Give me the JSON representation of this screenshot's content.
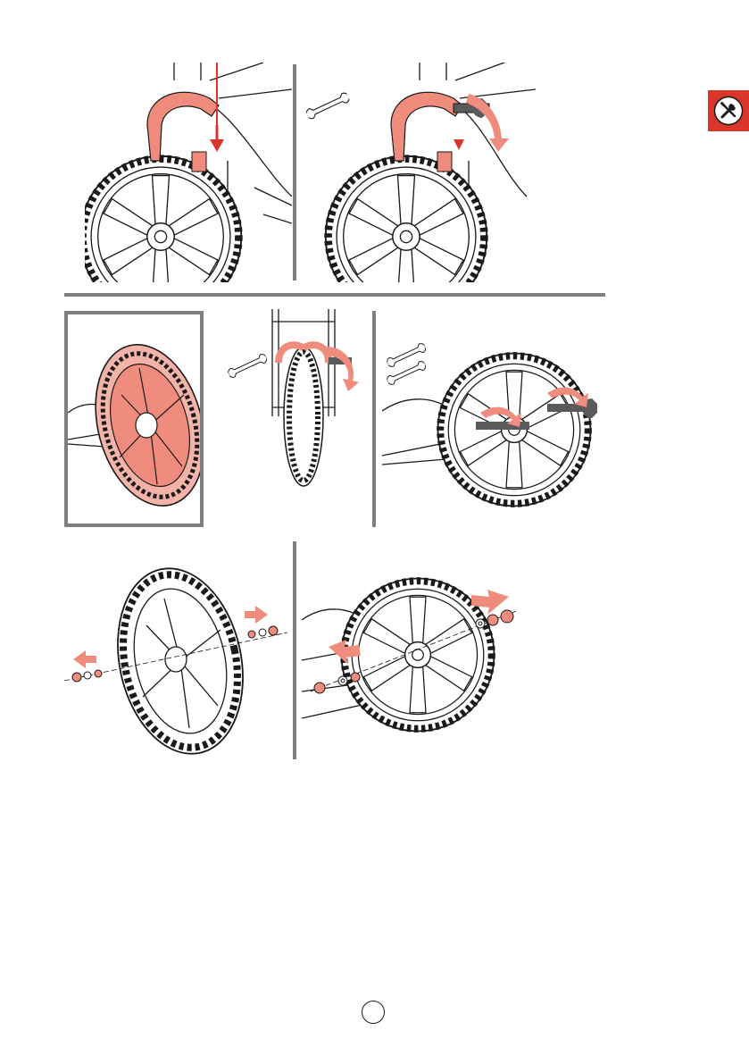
{
  "colors": {
    "accent": "#d9352b",
    "highlight": "#f08c7d",
    "highlight_fill": "#f4b3a8",
    "line": "#1a1a1a",
    "wrench": "#5a5a5a",
    "divider": "#808080"
  },
  "side_tab": {
    "icon": "tools-icon"
  },
  "page": {
    "number": ""
  },
  "panels": [
    {
      "id": "step-1",
      "icons": [
        "brake-caliper-icon",
        "arrow-down-icon"
      ]
    },
    {
      "id": "step-2",
      "icons": [
        "wrench-icon",
        "rotate-arrow-icon"
      ]
    },
    {
      "id": "step-3",
      "icons": [
        "highlighted-wheel-icon"
      ]
    },
    {
      "id": "step-4",
      "icons": [
        "wrench-icon",
        "rotate-arrow-icon"
      ]
    },
    {
      "id": "step-5",
      "icons": [
        "wrench-icon",
        "wrench-icon",
        "rotate-arrow-icon"
      ]
    },
    {
      "id": "step-6",
      "icons": [
        "axle-nut-icon",
        "washer-icon",
        "arrow-left-icon",
        "arrow-right-icon"
      ]
    },
    {
      "id": "step-7",
      "icons": [
        "axle-nut-icon",
        "washer-icon",
        "arrow-left-icon",
        "arrow-right-icon"
      ]
    }
  ]
}
